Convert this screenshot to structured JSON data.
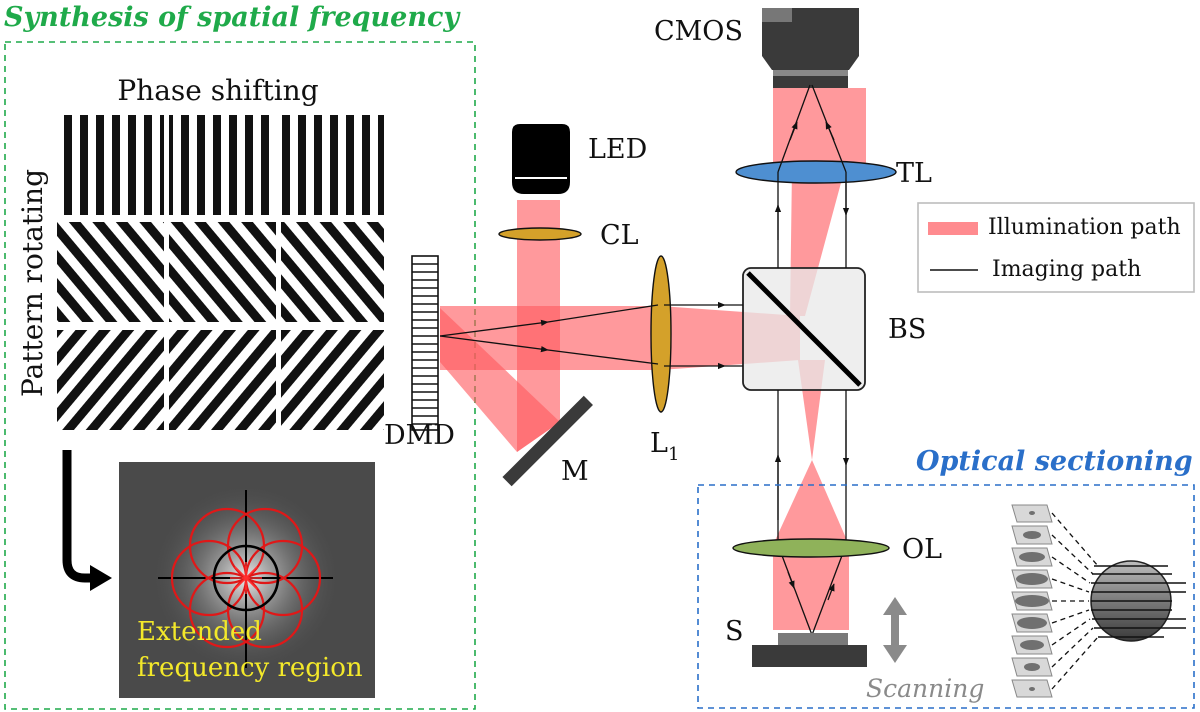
{
  "sections": {
    "left_title": "Synthesis of  spatial frequency",
    "right_title": "Optical sectioning"
  },
  "patterns": {
    "phase_label": "Phase shifting",
    "rotate_label": "Pattern rotating"
  },
  "spectrum": {
    "line1": "Extended",
    "line2": "frequency region"
  },
  "components": {
    "cmos": "CMOS",
    "led": "LED",
    "cl": "CL",
    "tl": "TL",
    "bs": "BS",
    "dmd": "DMD",
    "m": "M",
    "l1_main": "L",
    "l1_sub": "1",
    "ol": "OL",
    "s": "S"
  },
  "scanning_label": "Scanning",
  "legend": {
    "illumination": "Illumination path",
    "imaging": "Imaging path"
  },
  "colors": {
    "left_frame": "#1faa4a",
    "right_frame": "#2a6fc9",
    "beam": "#ff5a5f",
    "frequency_circles": "#e01818",
    "spectrum_text": "#f3e82a"
  }
}
